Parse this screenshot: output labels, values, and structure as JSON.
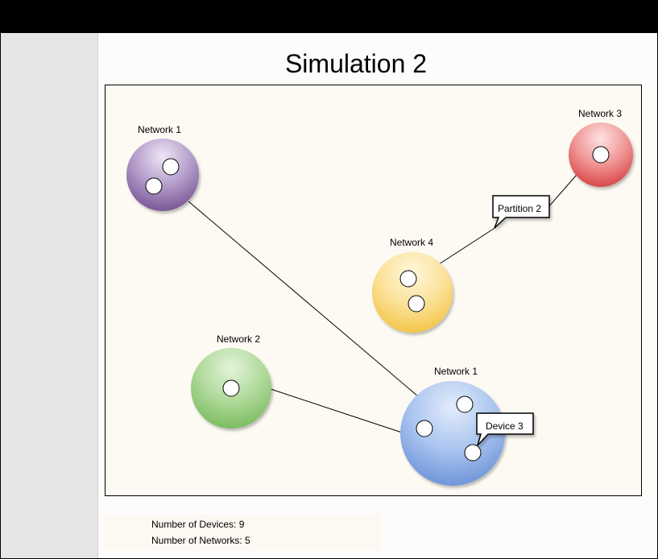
{
  "title": "Simulation 2",
  "networks": [
    {
      "label": "Network 1",
      "color": "purple",
      "devices": 2
    },
    {
      "label": "Network 3",
      "color": "red",
      "devices": 1
    },
    {
      "label": "Network 4",
      "color": "yellow",
      "devices": 2
    },
    {
      "label": "Network 2",
      "color": "green",
      "devices": 1
    },
    {
      "label": "Network 1",
      "color": "blue",
      "devices": 3
    }
  ],
  "callouts": {
    "partition": "Partition 2",
    "device": "Device 3"
  },
  "stats": {
    "devices_label": "Number of Devices:",
    "devices_value": "9",
    "networks_label": "Number of Networks:",
    "networks_value": "5"
  },
  "colors": {
    "purple": "#8c6aa6",
    "red": "#e35a5a",
    "yellow": "#f6cf58",
    "green": "#86c46c",
    "blue": "#7ea3e0"
  }
}
